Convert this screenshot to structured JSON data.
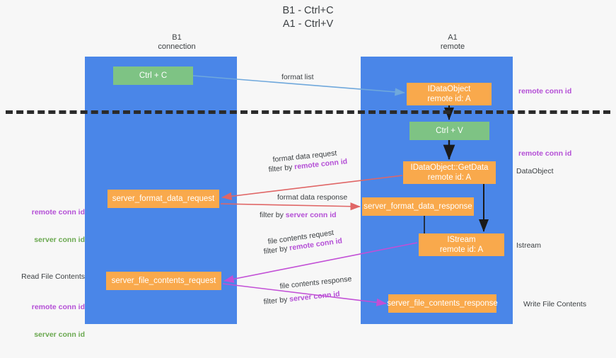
{
  "title": "B1 - Ctrl+C\nA1 - Ctrl+V",
  "columns": {
    "left": {
      "name": "B1",
      "role": "connection",
      "header": "B1\nconnection"
    },
    "right": {
      "name": "A1",
      "role": "remote",
      "header": "A1\nremote"
    }
  },
  "colors": {
    "lane": "#4a86e8",
    "box_green": "#7ec384",
    "box_orange": "#f9a94c",
    "accent_purple": "#b44fd6",
    "accent_green": "#6aa84f",
    "arrow_blue": "#6fa8dc",
    "arrow_red": "#e06666",
    "arrow_magenta": "#c24fd6",
    "arrow_black": "#1a1a1a",
    "divider": "#2b2b2b",
    "background": "#f7f7f7"
  },
  "boxes": {
    "ctrl_c": "Ctrl + C",
    "idataobject": "IDataObject\nremote id: A",
    "ctrl_v": "Ctrl + V",
    "getdata": "IDataObject::GetData\nremote id: A",
    "server_format_data_request": "server_format_data_request",
    "server_format_data_response": "server_format_data_response",
    "istream": "IStream\nremote id: A",
    "server_file_contents_request": "server_file_contents_request",
    "server_file_contents_response": "server_file_contents_response"
  },
  "edge_labels": {
    "format_list": "format list",
    "format_data_request": "format data request",
    "format_data_request_filter_prefix": "filter by ",
    "format_data_request_filter_key": "remote conn id",
    "format_data_response": "format data response",
    "format_data_response_filter_prefix": "filter by ",
    "format_data_response_filter_key": "server conn id",
    "file_contents_request": "file contents request",
    "file_contents_request_filter_prefix": "filter by ",
    "file_contents_request_filter_key": "remote conn id",
    "file_contents_response": "file contents response",
    "file_contents_response_filter_prefix": "filter by ",
    "file_contents_response_filter_key": "server conn id"
  },
  "annotations": {
    "right": [
      {
        "text": "remote conn id",
        "kind": "purple"
      },
      {
        "text": "remote conn id",
        "kind": "purple"
      },
      {
        "text": "DataObject",
        "kind": "plain"
      },
      {
        "text": "Istream",
        "kind": "plain"
      },
      {
        "text": "Write File Contents",
        "kind": "plain"
      }
    ],
    "left": [
      {
        "text": "remote conn id",
        "kind": "purple"
      },
      {
        "text": "server conn id",
        "kind": "green"
      },
      {
        "text": "Read File Contents",
        "kind": "plain"
      },
      {
        "text": "remote conn id",
        "kind": "purple"
      },
      {
        "text": "server conn id",
        "kind": "green"
      }
    ]
  }
}
